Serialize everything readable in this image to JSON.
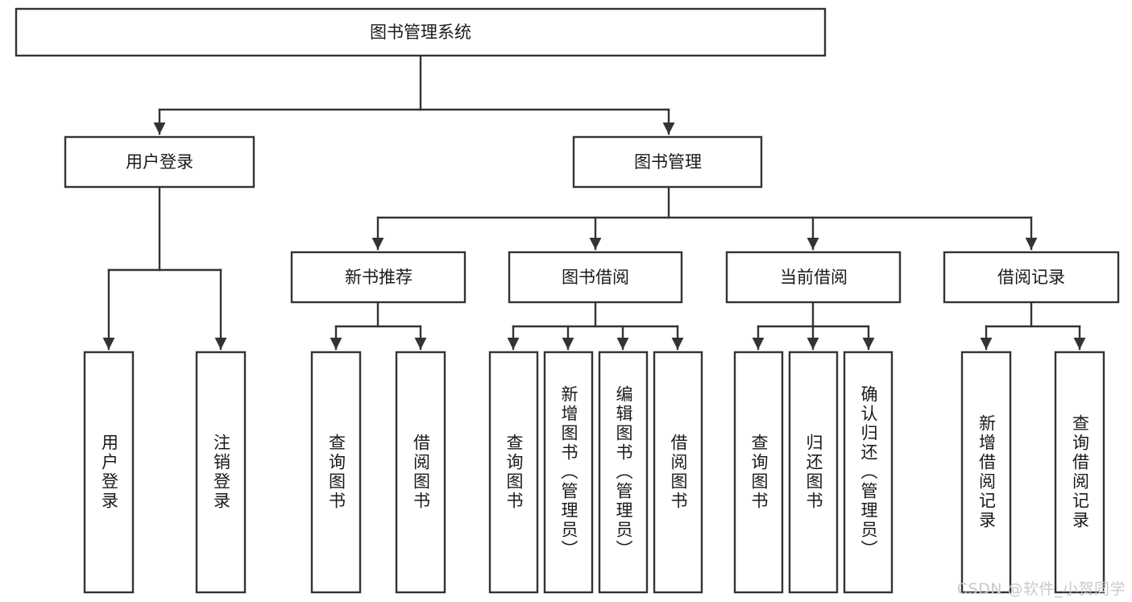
{
  "diagram": {
    "type": "hierarchy-tree",
    "title": "图书管理系统",
    "orientation": "top-down",
    "colors": {
      "stroke": "#333333",
      "node_fill": "#ffffff",
      "text": "#1a1a1a",
      "background": "#ffffff",
      "watermark": "#c9c9c9"
    },
    "root": {
      "label": "图书管理系统"
    },
    "level2": [
      {
        "label": "用户登录"
      },
      {
        "label": "图书管理"
      }
    ],
    "level3": [
      {
        "label": "新书推荐"
      },
      {
        "label": "图书借阅"
      },
      {
        "label": "当前借阅"
      },
      {
        "label": "借阅记录"
      }
    ],
    "leaves": {
      "user_login": [
        {
          "label": "用户登录"
        },
        {
          "label": "注销登录"
        }
      ],
      "new_book_recommend": [
        {
          "label": "查询图书"
        },
        {
          "label": "借阅图书"
        }
      ],
      "book_borrow": [
        {
          "label": "查询图书"
        },
        {
          "label": "新增图书（管理员）"
        },
        {
          "label": "编辑图书（管理员）"
        },
        {
          "label": "借阅图书"
        }
      ],
      "current_borrow": [
        {
          "label": "查询图书"
        },
        {
          "label": "归还图书"
        },
        {
          "label": "确认归还（管理员）"
        }
      ],
      "borrow_record": [
        {
          "label": "新增借阅记录"
        },
        {
          "label": "查询借阅记录"
        }
      ]
    }
  },
  "watermark": {
    "text": "CSDN @软件_小贺同学"
  }
}
